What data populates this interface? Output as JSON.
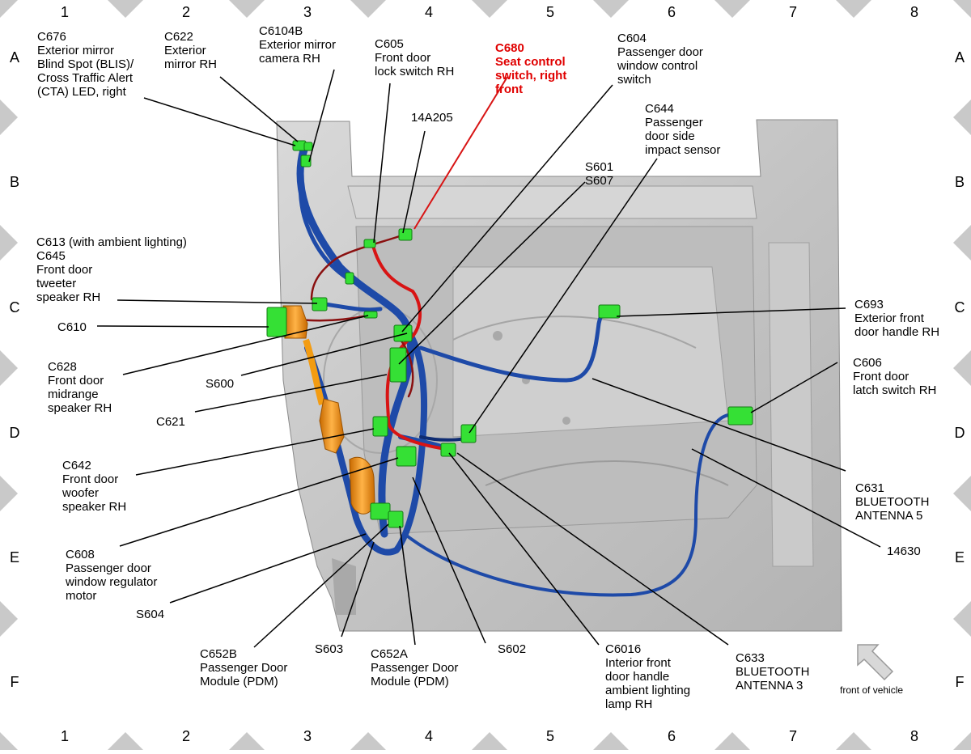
{
  "grid": {
    "columns": [
      "1",
      "2",
      "3",
      "4",
      "5",
      "6",
      "7",
      "8"
    ],
    "rows": [
      "A",
      "B",
      "C",
      "D",
      "E",
      "F"
    ]
  },
  "colors": {
    "harness": "#1e4aa8",
    "harness_dark": "#0f2c72",
    "red_wire": "#d81414",
    "connector": "#35e035",
    "orange_part": "#f39c12",
    "leader": "#000000",
    "highlight_text": "#e00000",
    "panel": "#c8c8c8"
  },
  "labels": {
    "c676": [
      "C676",
      "Exterior mirror",
      "Blind Spot (BLIS)/",
      "Cross Traffic Alert",
      "(CTA) LED, right"
    ],
    "c622": [
      "C622",
      "Exterior",
      "mirror RH"
    ],
    "c6104b": [
      "C6104B",
      "Exterior mirror",
      "camera RH"
    ],
    "c605": [
      "C605",
      "Front door",
      "lock switch RH"
    ],
    "c680": [
      "C680",
      "Seat control",
      "switch, right",
      "front"
    ],
    "c604": [
      "C604",
      "Passenger door",
      "window control",
      "switch"
    ],
    "c644": [
      "C644",
      "Passenger",
      "door side",
      "impact sensor"
    ],
    "p14a205": [
      "14A205"
    ],
    "s601": [
      "S601",
      "S607"
    ],
    "c613": [
      "C613 (with ambient lighting)",
      "C645",
      "Front door",
      "tweeter",
      "speaker RH"
    ],
    "c610": [
      "C610"
    ],
    "c628": [
      "C628",
      "Front door",
      "midrange",
      "speaker RH"
    ],
    "s600": [
      "S600"
    ],
    "c621": [
      "C621"
    ],
    "c642": [
      "C642",
      "Front door",
      "woofer",
      "speaker RH"
    ],
    "c608": [
      "C608",
      "Passenger door",
      "window regulator",
      "motor"
    ],
    "s604": [
      "S604"
    ],
    "c652b": [
      "C652B",
      "Passenger Door",
      "Module (PDM)"
    ],
    "s603": [
      "S603"
    ],
    "c652a": [
      "C652A",
      "Passenger Door",
      "Module (PDM)"
    ],
    "s602": [
      "S602"
    ],
    "c6016": [
      "C6016",
      "Interior front",
      "door handle",
      "ambient lighting",
      "lamp RH"
    ],
    "c633": [
      "C633",
      "BLUETOOTH",
      "ANTENNA 3"
    ],
    "p14630": [
      "14630"
    ],
    "c631": [
      "C631",
      "BLUETOOTH",
      "ANTENNA 5"
    ],
    "c606": [
      "C606",
      "Front door",
      "latch switch RH"
    ],
    "c693": [
      "C693",
      "Exterior front",
      "door handle RH"
    ]
  },
  "front_of_vehicle": "front of vehicle"
}
